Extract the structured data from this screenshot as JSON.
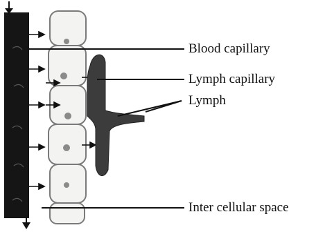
{
  "diagram": {
    "labels": {
      "blood_capillary": "Blood capillary",
      "lymph_capillary": "Lymph capillary",
      "lymph": "Lymph",
      "intercellular_space": "Inter cellular space"
    },
    "colors": {
      "ink": "#111111",
      "blood_vessel": "#151515",
      "lymph_vessel": "#3c3c3c",
      "cell_fill": "#f3f3f1",
      "cell_outline": "#7a7a7a",
      "nucleus": "#8a8a8a"
    },
    "icons": {
      "flow_arrow": "arrow-down-icon"
    }
  }
}
